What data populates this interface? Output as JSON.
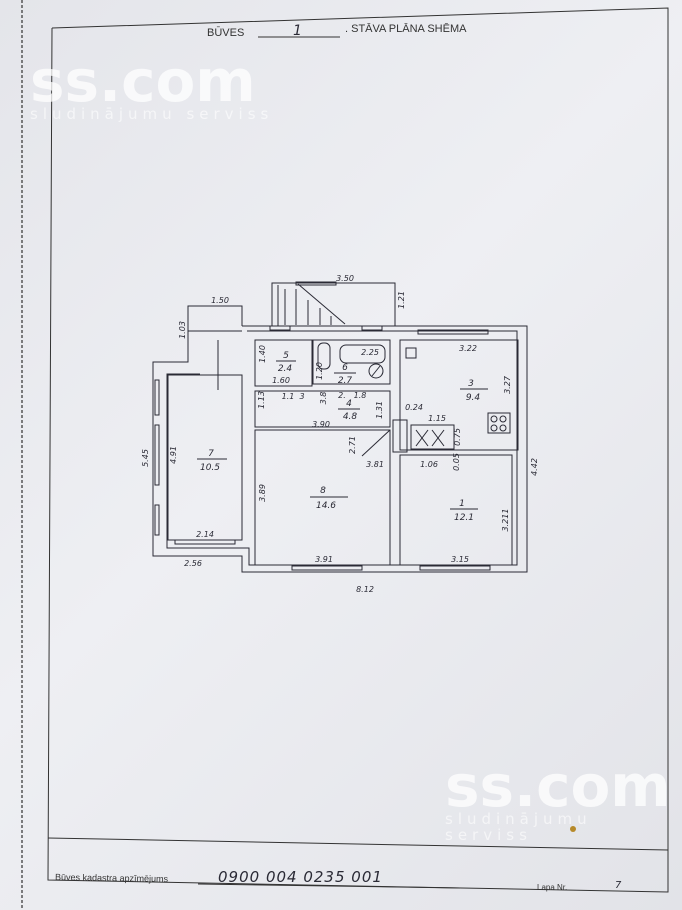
{
  "header": {
    "prefix": "BŪVES",
    "floor": "1",
    "title": ". STĀVA PLĀNA SHĒMA"
  },
  "footer": {
    "cadastre_label": "Būves kadastra apzīmējums",
    "cadastre_value": "0900 004 0235 001",
    "page_label": "Lapa Nr.",
    "page_value": "7"
  },
  "watermark": {
    "brand": "ss.com",
    "tagline": "sludinājumu serviss"
  },
  "rooms": [
    {
      "number": "1",
      "area": "12.1"
    },
    {
      "number": "3",
      "area": "9.4"
    },
    {
      "number": "4",
      "area": "4.8"
    },
    {
      "number": "5",
      "area": "2.4"
    },
    {
      "number": "6",
      "area": "2.7"
    },
    {
      "number": "7",
      "area": "10.5"
    },
    {
      "number": "8",
      "area": "14.6"
    }
  ],
  "dimensions": [
    "3.50",
    "1.21",
    "1.50",
    "1.03",
    "1.40",
    "1.60",
    "1.20",
    "2.25",
    "3.22",
    "3.27",
    "1.13",
    "1.1",
    "3",
    "3.8",
    "2.",
    "1.8",
    "1.31",
    "0.24",
    "1.15",
    "0.75",
    "3.90",
    "2.71",
    "3.81",
    "1.06",
    "0.05",
    "5.45",
    "4.91",
    "2.14",
    "2.56",
    "3.89",
    "3.91",
    "3.15",
    "3.211",
    "4.42",
    "8.12"
  ],
  "colors": {
    "ink": "#2a2a35",
    "paper": "#e8e9ee"
  }
}
